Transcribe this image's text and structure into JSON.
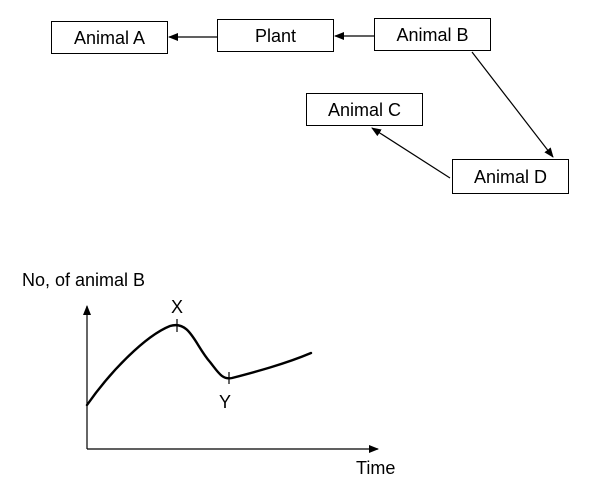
{
  "food_web": {
    "nodes": {
      "animal_a": "Animal A",
      "plant": "Plant",
      "animal_b": "Animal B",
      "animal_c": "Animal C",
      "animal_d": "Animal D"
    },
    "arrows": [
      {
        "from": "plant",
        "to": "animal_a"
      },
      {
        "from": "animal_b",
        "to": "plant"
      },
      {
        "from": "animal_b",
        "to": "animal_d"
      },
      {
        "from": "animal_d",
        "to": "animal_c"
      }
    ]
  },
  "graph": {
    "ylabel": "No, of animal B",
    "xlabel": "Time",
    "points": {
      "x": "X",
      "y": "Y"
    }
  },
  "colors": {
    "line": "#000000",
    "background": "#ffffff"
  }
}
